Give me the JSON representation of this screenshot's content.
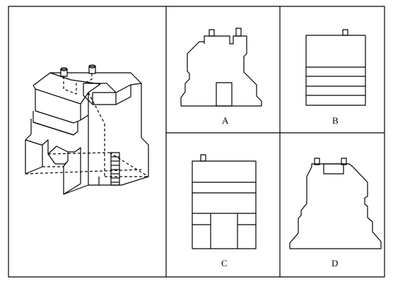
{
  "figure": {
    "options": [
      {
        "label": "A"
      },
      {
        "label": "B"
      },
      {
        "label": "C"
      },
      {
        "label": "D"
      }
    ]
  }
}
